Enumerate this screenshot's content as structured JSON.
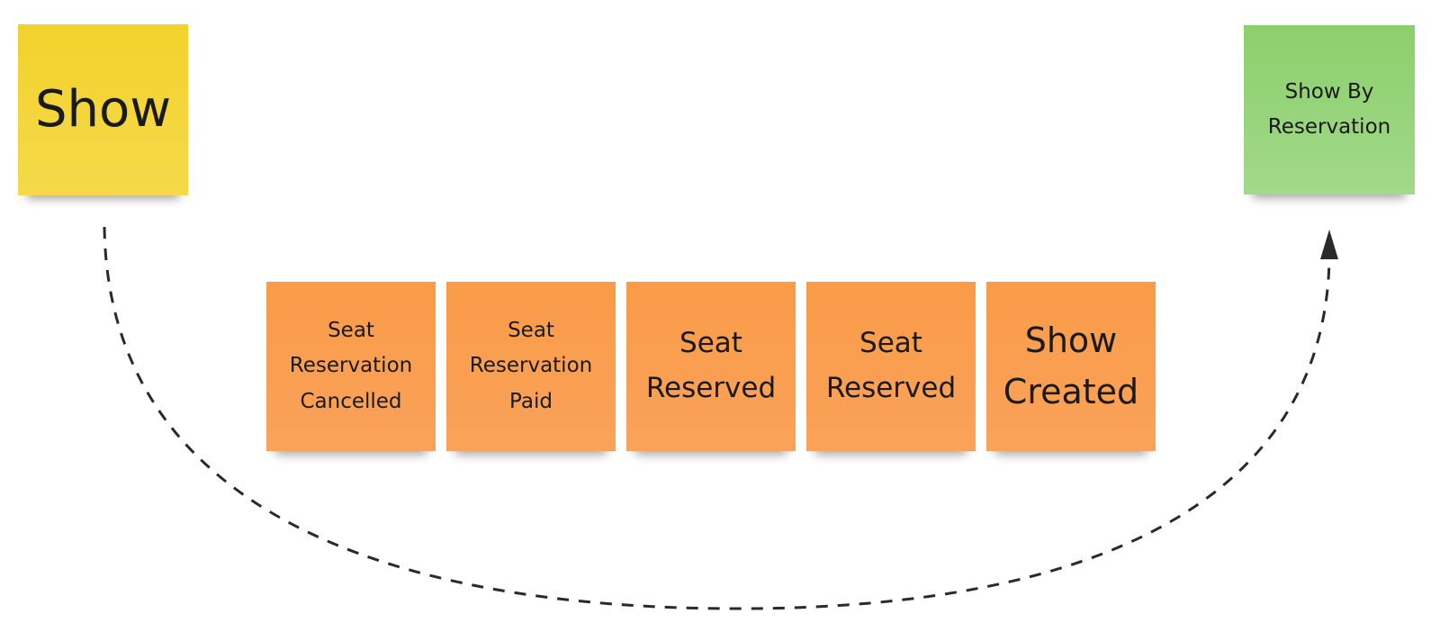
{
  "board": {
    "aggregate_note": {
      "label": "Show",
      "color": "#f2d22c"
    },
    "read_model_note": {
      "label": "Show By Reservation",
      "color": "#8ccf6c"
    },
    "event_notes": [
      {
        "label": "Seat Reservation Cancelled",
        "color": "#f99b48"
      },
      {
        "label": "Seat Reservation Paid",
        "color": "#f99b48"
      },
      {
        "label": "Seat Reserved",
        "color": "#f99b48"
      },
      {
        "label": "Seat Reserved",
        "color": "#f99b48"
      },
      {
        "label": "Show Created",
        "color": "#f99b48"
      }
    ],
    "connector": {
      "style": "dashed",
      "direction": "from aggregate to read model",
      "color": "#2a2a2a"
    }
  }
}
